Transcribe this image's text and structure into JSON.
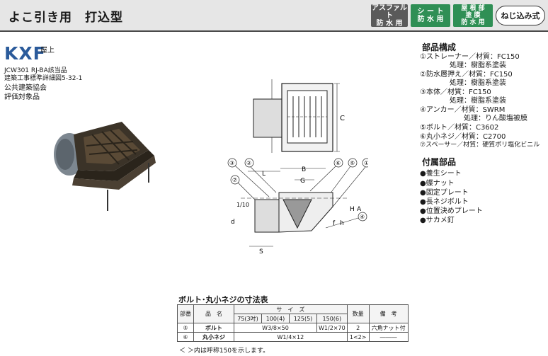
{
  "header": {
    "title": "よこ引き用　打込型",
    "badges": [
      {
        "lines": [
          "アスファルト",
          "防 水 用"
        ],
        "style": "dark"
      },
      {
        "lines": [
          "シ ー ト",
          "防 水 用"
        ],
        "style": "green"
      },
      {
        "lines": [
          "屋 根 部",
          "塗 膜",
          "防 水 用"
        ],
        "style": "green"
      }
    ],
    "screw_badge": "ねじ込み式"
  },
  "product": {
    "code": "KXF",
    "location": "屋上",
    "specs": [
      "JCW301 RJ-BA該当品",
      "建築工事標準詳細図5-32-1",
      "公共建築協会",
      "評価対象品"
    ]
  },
  "diagram": {
    "callouts": [
      "③",
      "②",
      "⑦",
      "⑥",
      "⑤",
      "①",
      "④"
    ],
    "dims": [
      "L",
      "B",
      "G",
      "C",
      "S",
      "d",
      "H",
      "A",
      "h",
      "f",
      "1/10"
    ]
  },
  "parts": {
    "heading": "部品構成",
    "lines": [
      "①ストレーナー／材質：FC150",
      "処理：樹脂系塗装",
      "②防水層押え／材質：FC150",
      "処理：樹脂系塗装",
      "③本体／材質：FC150",
      "処理：樹脂系塗装",
      "④アンカー／材質：SWRM",
      "処理：りん酸塩被膜",
      "⑤ボルト／材質：C3602",
      "⑥丸小ネジ／材質：C2700",
      "⑦スペーサー／材質：硬質ポリ塩化ビニル"
    ]
  },
  "accessories": {
    "heading": "付属部品",
    "items": [
      "●養生シート",
      "●蝶ナット",
      "●固定プレート",
      "●長ネジボルト",
      "●位置決めプレート",
      "●サカメ釘"
    ]
  },
  "table": {
    "title": "ボルト･丸小ネジの寸法表",
    "headers": {
      "part": "部番",
      "name": "品　名",
      "size": "サ　イ　ズ",
      "qty": "数量",
      "note": "備　考"
    },
    "size_cols": [
      "75(3吋)",
      "100(4)",
      "125(5)",
      "150(6)"
    ],
    "rows": [
      {
        "no": "⑤",
        "name": "ボルト",
        "size_a": "W3/8×50",
        "size_b": "W1/2×70",
        "qty": "2",
        "note": "六角ナット付"
      },
      {
        "no": "⑥",
        "name": "丸小ネジ",
        "size": "W1/4×12",
        "qty": "1<2>",
        "note": "―――"
      }
    ],
    "footnote": "＜ ＞内は呼称150を示します。"
  }
}
